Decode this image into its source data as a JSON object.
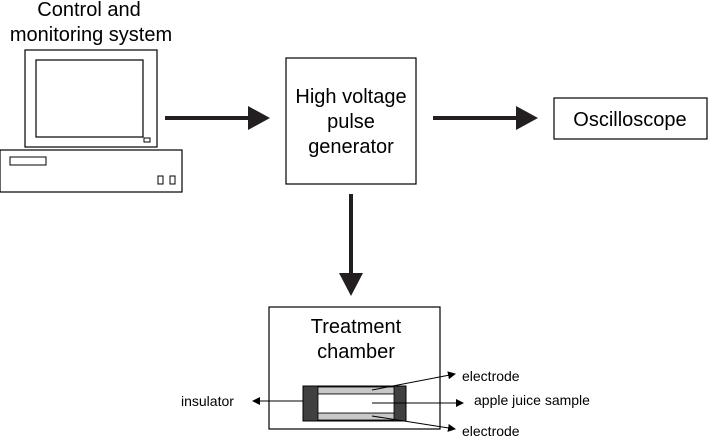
{
  "computer": {
    "label_line1": "Control and",
    "label_line2": "monitoring system"
  },
  "generator": {
    "line1": "High voltage",
    "line2": "pulse",
    "line3": "generator"
  },
  "oscilloscope": {
    "label": "Oscilloscope"
  },
  "chamber": {
    "title_line1": "Treatment",
    "title_line2": "chamber",
    "electrode_top": "electrode",
    "electrode_bottom": "electrode",
    "sample": "apple juice sample",
    "insulator": "insulator"
  },
  "colors": {
    "stroke": "#000000",
    "arrow": "#231f20",
    "electrode_fill": "#c8c8c8",
    "insulator_fill": "#404040"
  }
}
